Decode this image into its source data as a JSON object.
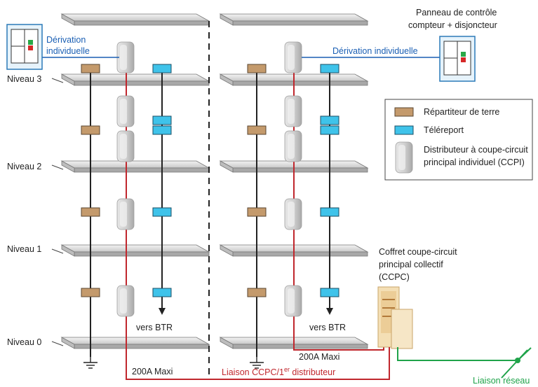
{
  "levels": {
    "niveau_3": "Niveau 3",
    "niveau_2": "Niveau 2",
    "niveau_1": "Niveau 1",
    "niveau_0": "Niveau 0"
  },
  "left_building": {
    "derivation_line1": "Dérivation",
    "derivation_line2": "individuelle",
    "vers_btr": "vers BTR",
    "maxi": "200A Maxi"
  },
  "right_building": {
    "panel_title_line1": "Panneau de contrôle",
    "panel_title_line2": "compteur + disjoncteur",
    "derivation": "Dérivation individuelle",
    "vers_btr": "vers BTR",
    "maxi": "200A Maxi",
    "ccpc_line1": "Coffret coupe-circuit",
    "ccpc_line2": "principal collectif",
    "ccpc_line3": "(CCPC)"
  },
  "bottom": {
    "liaison_prefix": "Liaison CCPC/1",
    "liaison_sup": "er",
    "liaison_suffix": " distributeur",
    "liaison_reseau": "Liaison réseau"
  },
  "legend": {
    "item1": "Répartiteur de terre",
    "item2": "Téléreport",
    "item3_line1": "Distributeur à coupe-circuit",
    "item3_line2": "principal individuel (CCPI)"
  },
  "colors": {
    "blue_line": "#1a5fb4",
    "red_line": "#c0272d",
    "green_line": "#1fa34a",
    "earth_box": "#c49a6c",
    "teleport_box": "#3fc3ea"
  }
}
